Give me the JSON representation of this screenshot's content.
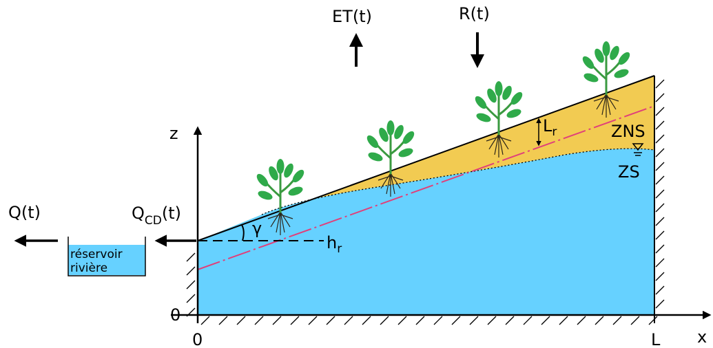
{
  "labels": {
    "et": "ET(t)",
    "rain": "R(t)",
    "z_axis": "z",
    "x_axis": "x",
    "origin_x": "0",
    "origin_z": "0",
    "length": "L",
    "lr_main": "L",
    "lr_sub": "r",
    "hr_main": "h",
    "hr_sub": "r",
    "gamma": "γ",
    "zns": "ZNS",
    "zs": "ZS",
    "q": "Q(t)",
    "qcd_main": "Q",
    "qcd_sub": "CD",
    "qcd_tail": "(t)",
    "reservoir_line1": "réservoir",
    "reservoir_line2": "rivière"
  },
  "colors": {
    "saturated_zone": "#66d1ff",
    "unsaturated_zone": "#f2cb52",
    "reference_line": "#e0407a",
    "leaf": "#2faa4a",
    "stem": "#3a9a40",
    "roots": "#2b2418",
    "axis": "#000000"
  },
  "icons": {
    "plant": "plant-icon",
    "water_table": "water-table-icon"
  }
}
